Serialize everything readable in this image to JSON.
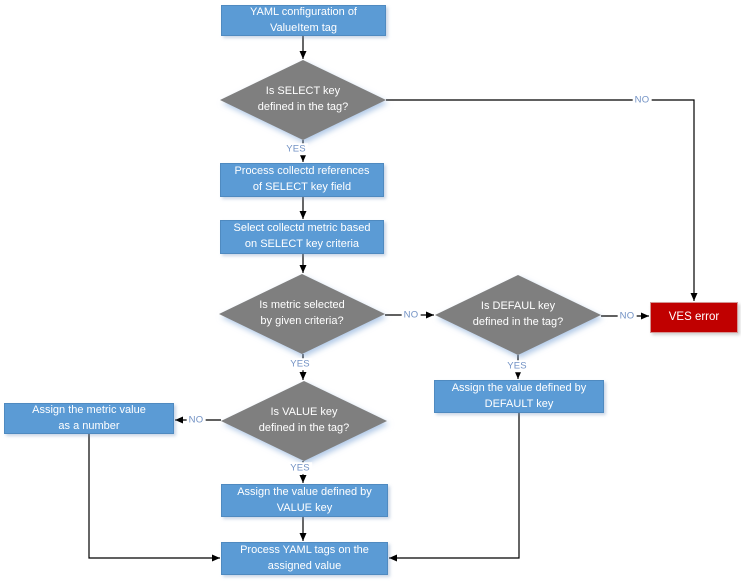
{
  "diagram": {
    "type": "flowchart",
    "nodes": {
      "start": {
        "text": "YAML configuration of\nValueItem tag"
      },
      "d_select": {
        "text": "Is SELECT key\ndefined in the tag?"
      },
      "process_refs": {
        "text": "Process collectd references\nof SELECT key field"
      },
      "select_metric": {
        "text": "Select collectd metric based\non SELECT key criteria"
      },
      "d_metric": {
        "text": "Is metric selected\nby given criteria?"
      },
      "d_default": {
        "text": "Is DEFAUL key\ndefined in the tag?"
      },
      "ves_error": {
        "text": "VES error"
      },
      "assign_default": {
        "text": "Assign the value defined by\nDEFAULT key"
      },
      "d_value": {
        "text": "Is VALUE key\ndefined in the tag?"
      },
      "assign_metric": {
        "text": "Assign the metric value\nas a number"
      },
      "assign_value": {
        "text": "Assign the value defined by\nVALUE key"
      },
      "process_yaml": {
        "text": "Process YAML tags on the\nassigned value"
      }
    },
    "labels": {
      "yes_select": "YES",
      "no_select": "NO",
      "yes_metric": "YES",
      "no_metric": "NO",
      "yes_default": "YES",
      "no_default": "NO",
      "yes_value": "YES",
      "no_value": "NO"
    },
    "colors": {
      "process_fill": "#5b9bd5",
      "process_border": "#4f8ac0",
      "decision_fill": "#7f7f7f",
      "error_fill": "#c00000",
      "error_border": "#d49694",
      "connector": "#000000",
      "label_text": "#7191c4",
      "node_text": "#ffffff"
    }
  }
}
